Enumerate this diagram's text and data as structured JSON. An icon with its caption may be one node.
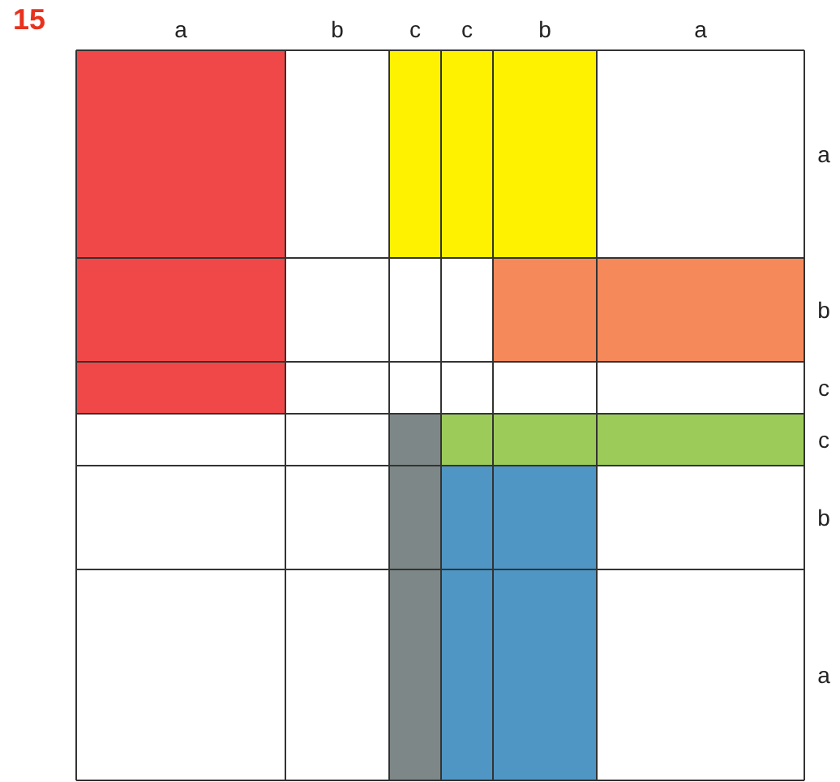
{
  "diagram": {
    "labels": [
      "15",
      "a",
      "b",
      "c",
      "c",
      "b",
      "a",
      "a",
      "b",
      "c",
      "c",
      "b",
      "a"
    ]
  }
}
